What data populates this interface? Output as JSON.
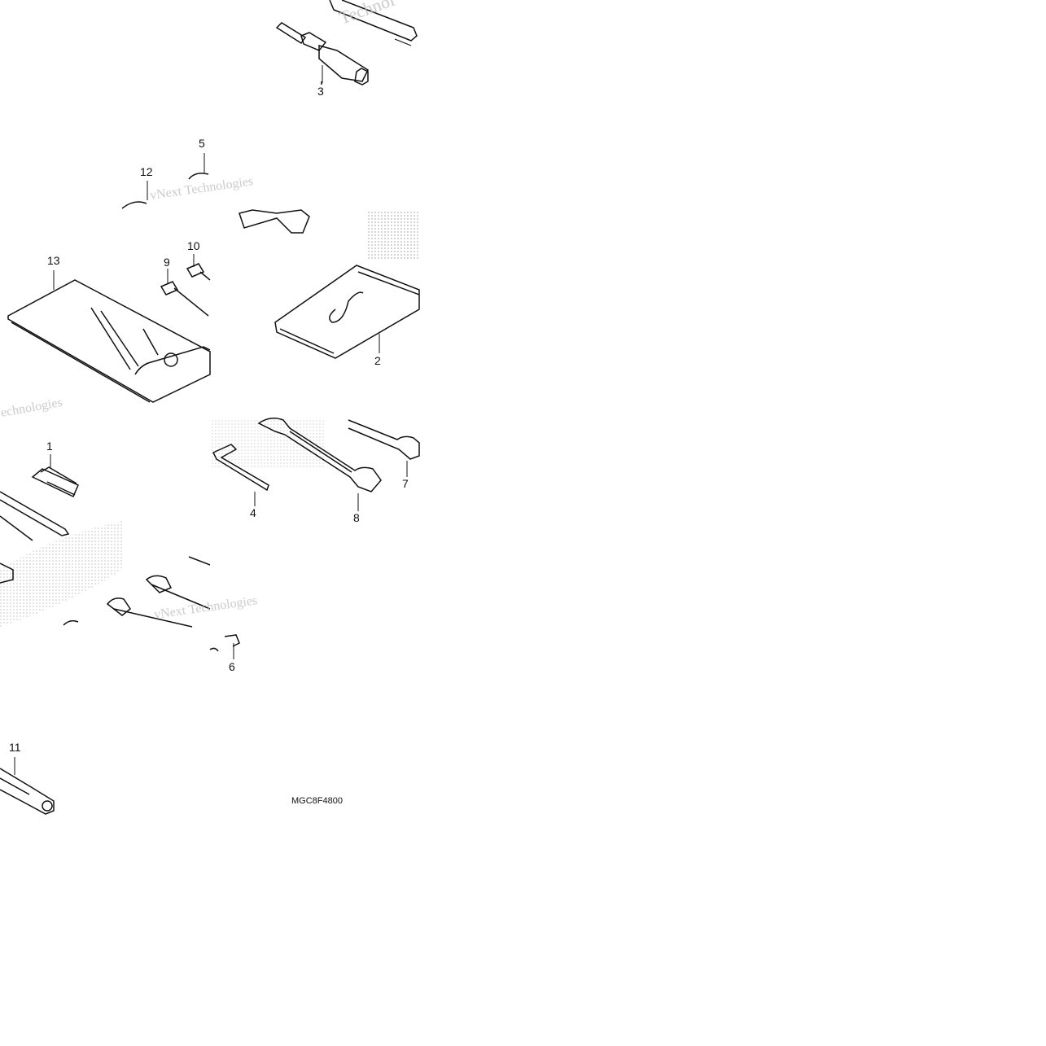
{
  "diagram": {
    "diagram_code": "MGC8F4800",
    "watermark_text": "vNext Technologies",
    "watermark_fragment_lower": "echnologies",
    "watermark_fragment_upper": "Technol",
    "colors": {
      "line": "#111111",
      "watermark": "#bdbdbd",
      "background": "#ffffff"
    },
    "callouts": [
      {
        "id": "1",
        "label": "1",
        "part": "pliers-icon"
      },
      {
        "id": "2",
        "label": "2",
        "part": "tool-bag-small-icon"
      },
      {
        "id": "3",
        "label": "3",
        "part": "spark-plug-wrench-icon"
      },
      {
        "id": "4",
        "label": "4",
        "part": "hex-key-icon"
      },
      {
        "id": "5",
        "label": "5",
        "part": "pin-spanner-icon"
      },
      {
        "id": "6",
        "label": "6",
        "part": "open-end-wrench-icon"
      },
      {
        "id": "7",
        "label": "7",
        "part": "open-end-wrench-icon"
      },
      {
        "id": "8",
        "label": "8",
        "part": "open-end-wrench-icon"
      },
      {
        "id": "9",
        "label": "9",
        "part": "screwdriver-bit-icon"
      },
      {
        "id": "10",
        "label": "10",
        "part": "screwdriver-bit-icon"
      },
      {
        "id": "11",
        "label": "11",
        "part": "screwdriver-handle-icon"
      },
      {
        "id": "12",
        "label": "12",
        "part": "extension-bar-icon"
      },
      {
        "id": "13",
        "label": "13",
        "part": "tool-bag-large-icon"
      }
    ]
  }
}
